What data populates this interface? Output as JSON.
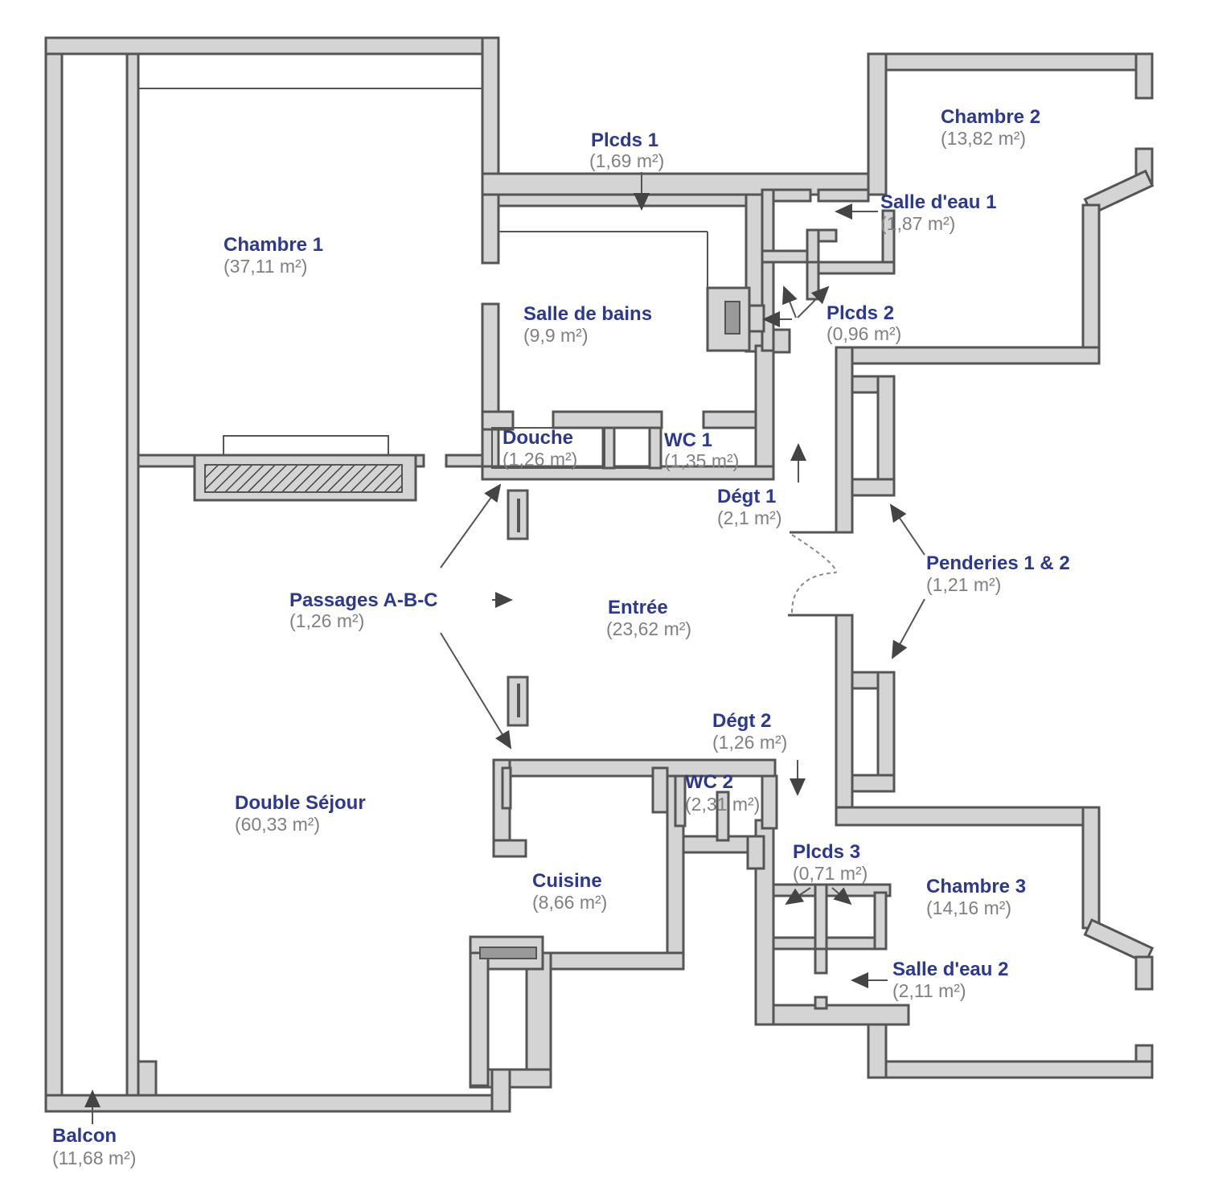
{
  "rooms": [
    {
      "name": "Chambre 1",
      "area": "(37,11 m²)"
    },
    {
      "name": "Plcds 1",
      "area": "(1,69 m²)"
    },
    {
      "name": "Chambre 2",
      "area": "(13,82 m²)"
    },
    {
      "name": "Salle d'eau 1",
      "area": "(1,87 m²)"
    },
    {
      "name": "Salle de bains",
      "area": "(9,9 m²)"
    },
    {
      "name": "Plcds 2",
      "area": "(0,96 m²)"
    },
    {
      "name": "Douche",
      "area": "(1,26 m²)"
    },
    {
      "name": "WC 1",
      "area": "(1,35 m²)"
    },
    {
      "name": "Dégt 1",
      "area": "(2,1 m²)"
    },
    {
      "name": "Penderies 1 & 2",
      "area": "(1,21 m²)"
    },
    {
      "name": "Passages A-B-C",
      "area": "(1,26 m²)"
    },
    {
      "name": "Entrée",
      "area": "(23,62 m²)"
    },
    {
      "name": "Dégt 2",
      "area": "(1,26 m²)"
    },
    {
      "name": "WC 2",
      "area": "(2,31 m²)"
    },
    {
      "name": "Double Séjour",
      "area": "(60,33 m²)"
    },
    {
      "name": "Plcds 3",
      "area": "(0,71 m²)"
    },
    {
      "name": "Cuisine",
      "area": "(8,66 m²)"
    },
    {
      "name": "Chambre 3",
      "area": "(14,16 m²)"
    },
    {
      "name": "Salle d'eau 2",
      "area": "(2,11 m²)"
    },
    {
      "name": "Balcon",
      "area": "(11,68 m²)"
    }
  ],
  "colors": {
    "label": "#2b3990",
    "area": "#808080",
    "wall": "#d4d4d4",
    "line": "#555555"
  }
}
